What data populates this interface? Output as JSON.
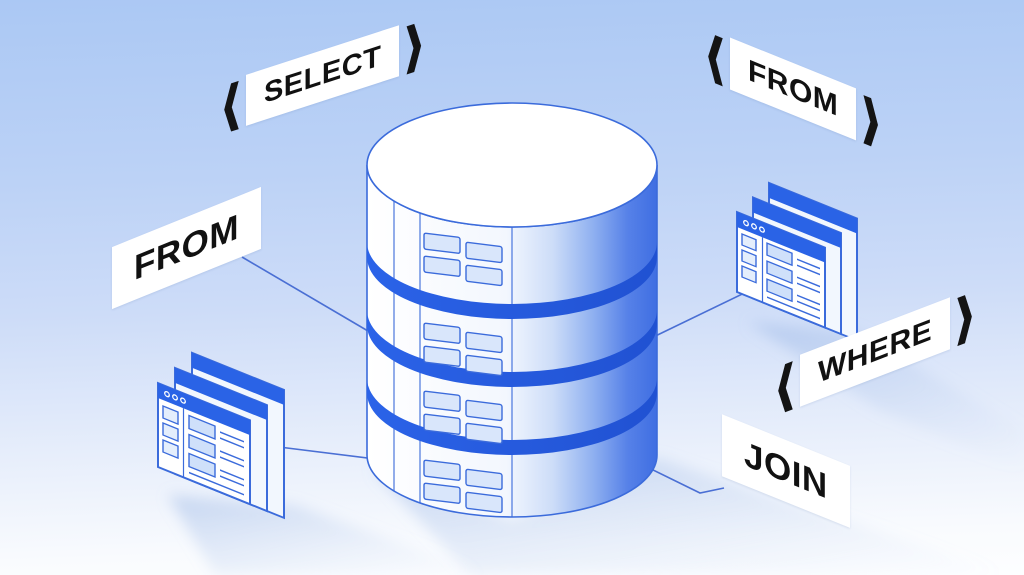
{
  "scene": {
    "title": "SQL database illustration",
    "labels": {
      "select": {
        "text": "SELECT",
        "bracket_left": "⟨",
        "bracket_right": "⟩"
      },
      "from_left": {
        "text": "FROM"
      },
      "from_right": {
        "text": "FROM",
        "bracket_left": "⟨",
        "bracket_right": "⟩"
      },
      "where": {
        "text": "WHERE",
        "bracket_left": "⟨",
        "bracket_right": "⟩"
      },
      "join": {
        "text": "JOIN"
      }
    },
    "colors": {
      "background_top": "#abc8f4",
      "background_bottom": "#fdfeff",
      "primary_blue": "#2a63e6",
      "ring_blue": "#2457d9",
      "outline_blue": "#3b6bdb",
      "record_fill": "#d9e6fb",
      "label_background": "#ffffff",
      "label_text": "#111111",
      "connector_line": "#4a6fd4"
    },
    "objects": {
      "database": {
        "icon": "database-cylinder-icon",
        "tiers": 4,
        "rings": 3
      },
      "browser_stacks": [
        {
          "icon": "browser-windows-icon",
          "position": "left",
          "windows": 3
        },
        {
          "icon": "browser-windows-icon",
          "position": "right",
          "windows": 3
        }
      ],
      "connector_lines": 4
    }
  }
}
